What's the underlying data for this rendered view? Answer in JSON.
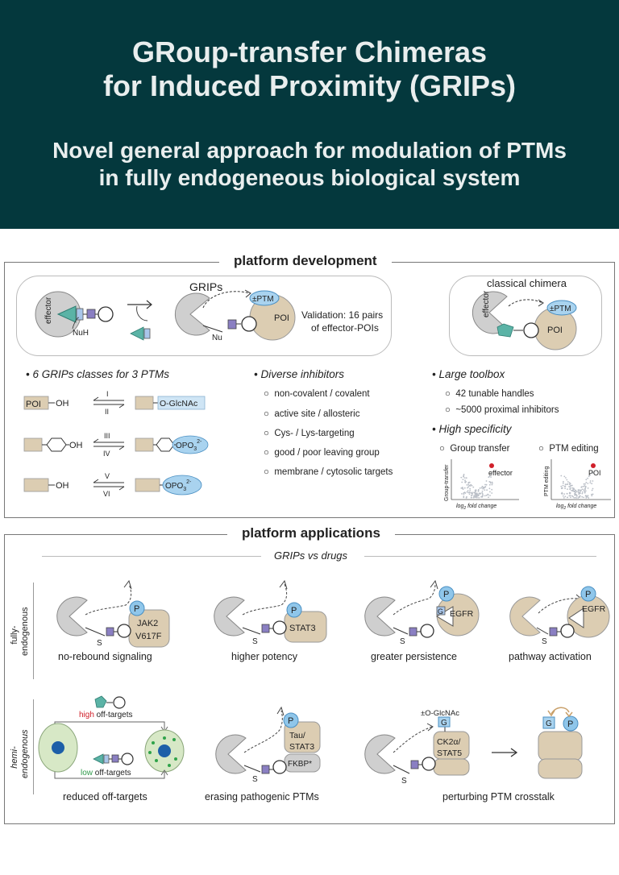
{
  "header": {
    "title_line1": "GRoup-transfer Chimeras",
    "title_line2": "for Induced Proximity (GRIPs)",
    "subtitle_line1": "Novel general approach for modulation of PTMs",
    "subtitle_line2": "in fully endogeneous biological system"
  },
  "development": {
    "title": "platform development",
    "grips_box": {
      "label": "GRIPs",
      "effector_label": "effector",
      "nuh_label": "NuH",
      "nu_label": "Nu",
      "ptm_label": "±PTM",
      "poi_label": "POI",
      "validation_line1": "Validation: 16 pairs",
      "validation_line2": "of effector-POIs"
    },
    "classical_box": {
      "label": "classical chimera",
      "effector_label": "effector",
      "ptm_label": "±PTM",
      "poi_label": "POI"
    },
    "classes": {
      "heading": "6 GRIPs classes for 3 PTMs",
      "poi_label": "POI",
      "oh_label": "OH",
      "oglcnac_label": "O-GlcNAc",
      "opo3_label": "OPO",
      "subscript3": "3",
      "superscript": "2-",
      "roman": [
        "I",
        "II",
        "III",
        "IV",
        "V",
        "VI"
      ]
    },
    "inhibitors": {
      "heading": "Diverse inhibitors",
      "items": [
        "non-covalent / covalent",
        "active site / allosteric",
        "Cys- / Lys-targeting",
        "good / poor leaving group",
        "membrane / cytosolic targets"
      ]
    },
    "toolbox": {
      "heading": "Large toolbox",
      "items": [
        "42 tunable handles",
        "~5000 proximal inhibitors"
      ]
    },
    "specificity": {
      "heading": "High specificity",
      "items": [
        "Group transfer",
        "PTM editing"
      ],
      "plot1": {
        "ylabel": "Group-transfer",
        "xlabel": "log",
        "xlabel_sub": "2",
        "xlabel_rest": " fold change",
        "highlight": "effector"
      },
      "plot2": {
        "ylabel": "PTM editing",
        "xlabel": "log",
        "xlabel_sub": "2",
        "xlabel_rest": " fold change",
        "highlight": "POI"
      }
    }
  },
  "applications": {
    "title": "platform applications",
    "subtitle": "GRIPs vs drugs",
    "row1_side_label_line1": "fully-",
    "row1_side_label_line2": "endogenous",
    "row2_side_label_line1": "hemi-",
    "row2_side_label_line2": "endogenous",
    "p_label": "P",
    "g_label": "G",
    "s_label": "S",
    "row1": [
      {
        "caption": "no-rebound signaling",
        "target_line1": "JAK2",
        "target_line2": "V617F"
      },
      {
        "caption": "higher potency",
        "target_line1": "STAT3"
      },
      {
        "caption": "greater persistence",
        "target_line1": "EGFR"
      },
      {
        "caption": "pathway activation",
        "target_line1": "EGFR"
      }
    ],
    "row2": [
      {
        "caption": "reduced off-targets",
        "high_word": "high",
        "low_word": "low",
        "off_targets": " off-targets"
      },
      {
        "caption": "erasing pathogenic PTMs",
        "target_line1": "Tau/",
        "target_line2": "STAT3",
        "tag": "FKBP*"
      },
      {
        "caption": "perturbing PTM crosstalk",
        "ptm_label": "±O-GlcNAc",
        "target_line1": "CK2α/",
        "target_line2": "STAT5"
      }
    ]
  },
  "colors": {
    "header_bg": "#04383d",
    "poi_tan": "#d8c9ae",
    "effector_grey": "#c9c9c9",
    "ptm_blue": "#a9d3ef",
    "linker_purple": "#8a7fc2",
    "teal": "#5bb3a6",
    "red_dot": "#d0202a"
  }
}
